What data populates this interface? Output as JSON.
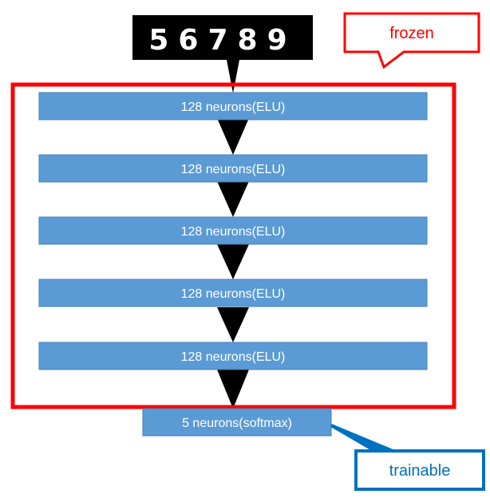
{
  "input": {
    "digits": "56789"
  },
  "layers": [
    {
      "label": "128 neurons(ELU)"
    },
    {
      "label": "128 neurons(ELU)"
    },
    {
      "label": "128 neurons(ELU)"
    },
    {
      "label": "128 neurons(ELU)"
    },
    {
      "label": "128 neurons(ELU)"
    },
    {
      "label": "5 neurons(softmax)"
    }
  ],
  "callouts": {
    "frozen": "frozen",
    "trainable": "trainable"
  },
  "colors": {
    "layer_fill": "#5b9bd5",
    "layer_stroke": "#4a7ebb",
    "frozen": "#ff0000",
    "trainable": "#0070c0",
    "arrow": "#000000",
    "input_bg": "#000000"
  }
}
